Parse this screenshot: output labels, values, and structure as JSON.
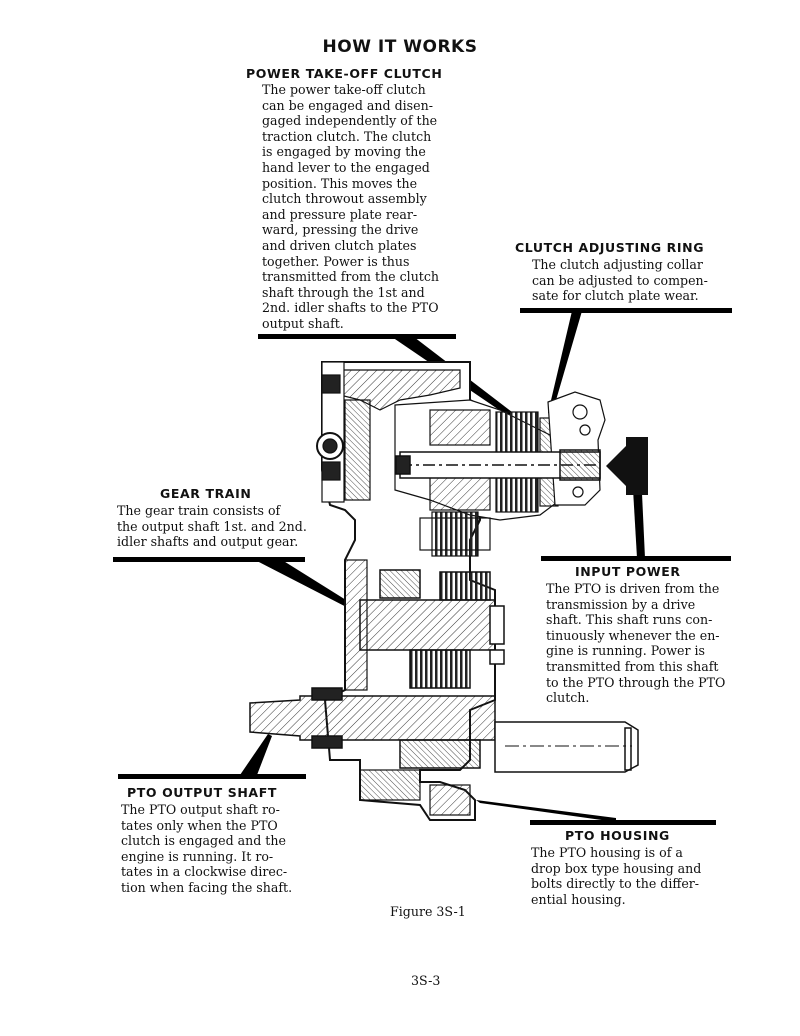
{
  "page_title": "HOW IT WORKS",
  "sections": {
    "pto_clutch": {
      "heading": "POWER TAKE-OFF CLUTCH",
      "text": "The power take-off clutch\ncan be engaged and disen-\ngaged independently of the\ntraction clutch. The clutch\nis engaged by moving the\nhand lever to the engaged\nposition. This moves the\nclutch throwout assembly\nand pressure plate rear-\nward, pressing the drive\nand driven clutch plates\ntogether. Power is thus\ntransmitted from the clutch\nshaft through the 1st and\n2nd. idler shafts to the PTO\noutput shaft."
    },
    "clutch_adjusting_ring": {
      "heading": "CLUTCH ADJUSTING RING",
      "text": "The clutch adjusting collar\ncan be adjusted to compen-\nsate for clutch plate wear."
    },
    "gear_train": {
      "heading": "GEAR TRAIN",
      "text": "The gear train consists of\nthe output shaft 1st. and 2nd.\nidler shafts and output gear."
    },
    "input_power": {
      "heading": "INPUT POWER",
      "text": "The PTO is driven from the\ntransmission by a drive\nshaft. This shaft runs con-\ntinuously whenever the en-\ngine is running. Power is\ntransmitted from this shaft\nto the PTO through the PTO\nclutch."
    },
    "pto_output_shaft": {
      "heading": "PTO OUTPUT SHAFT",
      "text": "The PTO output shaft ro-\ntates only when the PTO\nclutch is engaged and the\nengine is running. It ro-\ntates in a clockwise direc-\ntion when facing the shaft."
    },
    "pto_housing": {
      "heading": "PTO HOUSING",
      "text": "The PTO housing is of a\ndrop box type housing and\nbolts directly to the differ-\nential housing."
    }
  },
  "figure_caption": "Figure 3S-1",
  "page_number": "3S-3"
}
